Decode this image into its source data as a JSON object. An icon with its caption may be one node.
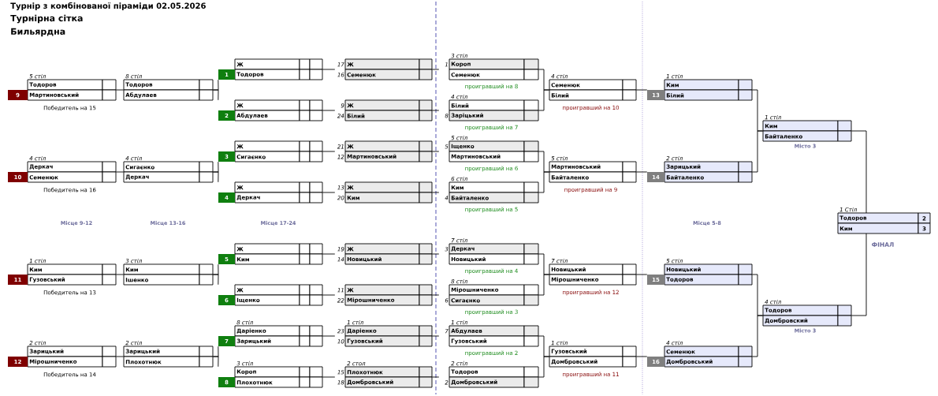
{
  "diagram": {
    "title": "Турнір з комбінованої піраміди 02.05.2026",
    "nodes": [
      {
        "text": [
          "Тодоров",
          "9",
          "Мартиновський"
        ],
        "beside": [
          "5 стіл",
          "Победитель на 15"
        ]
      },
      {
        "text": [
          "Деркач",
          "10",
          "Семенюк"
        ],
        "beside": [
          "4 стіл",
          "Победитель на 16"
        ]
      },
      {
        "text": [
          "Ким",
          "11",
          "Гузовський"
        ],
        "beside": [
          "1 стіл",
          "Победитель на 13"
        ]
      },
      {
        "text": [
          "Зарицький",
          "12",
          "Мірошниченко"
        ],
        "beside": [
          "2 стіл",
          "Победитель на 14"
        ]
      },
      {
        "text": [
          "Тодоров",
          "Абдулаев"
        ],
        "beside": [
          "8 стіл"
        ]
      },
      {
        "text": [
          "Сигаєнко",
          "Деркач"
        ],
        "beside": [
          "4 стіл"
        ]
      },
      {
        "text": [
          "Ким",
          "Ішенко"
        ],
        "beside": [
          "3 стіл"
        ]
      },
      {
        "text": [
          "Зарицький",
          "Плохотнюк"
        ],
        "beside": [
          "2 стіл"
        ]
      },
      {
        "text": [
          "Ж",
          "1",
          "Тодоров"
        ]
      },
      {
        "text": [
          "Ж",
          "2",
          "Абдулаев"
        ]
      },
      {
        "text": [
          "Ж",
          "3",
          "Сигаєнко"
        ]
      },
      {
        "text": [
          "Ж",
          "4",
          "Деркач"
        ]
      },
      {
        "text": [
          "Ж",
          "5",
          "Ким"
        ]
      },
      {
        "text": [
          "Ж",
          "6",
          "Іщенко"
        ]
      },
      {
        "text": [
          "Даріенко",
          "7",
          "Зарицький"
        ],
        "beside": [
          "8 стіл"
        ]
      },
      {
        "text": [
          "Короп",
          "8",
          "Плохотнюк"
        ],
        "beside": [
          "3 стіл"
        ]
      },
      {
        "text": [
          "17",
          "Ж",
          "16",
          "Семенюк"
        ]
      },
      {
        "text": [
          "9",
          "Ж",
          "24",
          "Білий"
        ]
      },
      {
        "text": [
          "21",
          "Ж",
          "12",
          "Мартиновський"
        ]
      },
      {
        "text": [
          "13",
          "Ж",
          "20",
          "Ким"
        ]
      },
      {
        "text": [
          "19",
          "Ж",
          "14",
          "Новицький"
        ]
      },
      {
        "text": [
          "11",
          "Ж",
          "22",
          "Мірошниченко"
        ]
      },
      {
        "text": [
          "23",
          "Даріенко",
          "10",
          "Гузовський"
        ],
        "beside": [
          "1 стіл"
        ]
      },
      {
        "text": [
          "15",
          "Плохотнюк",
          "18",
          "Домбровський"
        ],
        "beside": [
          "2 стол"
        ]
      },
      {
        "text": [
          "1",
          "Короп",
          "Семенюк"
        ],
        "beside": [
          "3 стіл",
          "проигравший на 8"
        ]
      },
      {
        "text": [
          "Білий",
          "8",
          "Заріцький"
        ],
        "beside": [
          "4 стіл",
          "проигравший на 7"
        ]
      },
      {
        "text": [
          "5",
          "Іщенко",
          "Мартиновський"
        ],
        "beside": [
          "5 стіл",
          "проигравший на 6"
        ]
      },
      {
        "text": [
          "Ким",
          "4",
          "Байталенко"
        ],
        "beside": [
          "6 стіл",
          "проигравший на 5"
        ]
      },
      {
        "text": [
          "3",
          "Деркач",
          "Новицький"
        ],
        "beside": [
          "7 стіл",
          "проигравший на 4"
        ]
      },
      {
        "text": [
          "Мірошниченко",
          "6",
          "Сигаєнко"
        ],
        "beside": [
          "8 стіл",
          "проигравший на 3"
        ]
      },
      {
        "text": [
          "7",
          "Абдулаев",
          "Гузовський"
        ],
        "beside": [
          "1 стіл",
          "проигравший на 2"
        ]
      },
      {
        "text": [
          "Тодоров",
          "2",
          "Домбровський"
        ],
        "beside": [
          "2 стіл"
        ]
      },
      {
        "text": [
          "Семенюк",
          "Білий"
        ],
        "beside": [
          "4 стіл",
          "проигравший на 10"
        ]
      },
      {
        "text": [
          "Мартиновський",
          "Байталенко"
        ],
        "beside": [
          "5 стіл",
          "проигравший на 9"
        ]
      },
      {
        "text": [
          "Новицький",
          "Мірошниченко"
        ],
        "beside": [
          "7 стіл",
          "проигравший на 12"
        ]
      },
      {
        "text": [
          "Гузовський",
          "Домбровський"
        ],
        "beside": [
          "1 стіл",
          "проигравший на 11"
        ]
      },
      {
        "text": [
          "Ким",
          "13",
          "Білий"
        ],
        "beside": [
          "1 стіл"
        ]
      },
      {
        "text": [
          "Зарицький",
          "14",
          "Байталенко"
        ],
        "beside": [
          "2 стіл"
        ]
      },
      {
        "text": [
          "Новицький",
          "15",
          "Тодоров"
        ],
        "beside": [
          "5 стіл"
        ]
      },
      {
        "text": [
          "Семенюк",
          "16",
          "Домбровський"
        ],
        "beside": [
          "4 стіл"
        ]
      },
      {
        "text": [
          "Ким",
          "Байталенко"
        ],
        "beside": [
          "1 стіл",
          "Місто 3"
        ]
      },
      {
        "text": [
          "Тодоров",
          "Домбровский"
        ],
        "beside": [
          "4 стіл",
          "Місто 3"
        ]
      },
      {
        "text": [
          "Тодоров",
          "2",
          "Ким",
          "3"
        ],
        "beside": [
          "1 Стіл",
          "ФІНАЛ"
        ]
      }
    ],
    "edges": [
      {
        "from": 0,
        "to": 4,
        "arrow": "none"
      },
      {
        "from": 1,
        "to": 5,
        "arrow": "none"
      },
      {
        "from": 2,
        "to": 6,
        "arrow": "none"
      },
      {
        "from": 3,
        "to": 7,
        "arrow": "none"
      },
      {
        "from": 4,
        "to": 8,
        "arrow": "none"
      },
      {
        "from": 4,
        "to": 9,
        "arrow": "none"
      },
      {
        "from": 5,
        "to": 10,
        "arrow": "none"
      },
      {
        "from": 5,
        "to": 11,
        "arrow": "none"
      },
      {
        "from": 6,
        "to": 12,
        "arrow": "none"
      },
      {
        "from": 6,
        "to": 13,
        "arrow": "none"
      },
      {
        "from": 7,
        "to": 14,
        "arrow": "none"
      },
      {
        "from": 7,
        "to": 15,
        "arrow": "none"
      },
      {
        "from": 8,
        "to": 16,
        "arrow": "none"
      },
      {
        "from": 9,
        "to": 17,
        "arrow": "none"
      },
      {
        "from": 10,
        "to": 18,
        "arrow": "none"
      },
      {
        "from": 11,
        "to": 19,
        "arrow": "none"
      },
      {
        "from": 12,
        "to": 20,
        "arrow": "none"
      },
      {
        "from": 13,
        "to": 21,
        "arrow": "none"
      },
      {
        "from": 14,
        "to": 22,
        "arrow": "none"
      },
      {
        "from": 15,
        "to": 23,
        "arrow": "none"
      },
      {
        "from": 16,
        "to": 24,
        "arrow": "none"
      },
      {
        "from": 17,
        "to": 25,
        "arrow": "none"
      },
      {
        "from": 18,
        "to": 26,
        "arrow": "none"
      },
      {
        "from": 19,
        "to": 27,
        "arrow": "none"
      },
      {
        "from": 20,
        "to": 28,
        "arrow": "none"
      },
      {
        "from": 21,
        "to": 29,
        "arrow": "none"
      },
      {
        "from": 22,
        "to": 30,
        "arrow": "none"
      },
      {
        "from": 23,
        "to": 31,
        "arrow": "none"
      },
      {
        "from": 24,
        "to": 32,
        "arrow": "none"
      },
      {
        "from": 25,
        "to": 32,
        "arrow": "none"
      },
      {
        "from": 26,
        "to": 33,
        "arrow": "none"
      },
      {
        "from": 27,
        "to": 33,
        "arrow": "none"
      },
      {
        "from": 28,
        "to": 34,
        "arrow": "none"
      },
      {
        "from": 29,
        "to": 34,
        "arrow": "none"
      },
      {
        "from": 30,
        "to": 35,
        "arrow": "none"
      },
      {
        "from": 31,
        "to": 35,
        "arrow": "none"
      },
      {
        "from": 32,
        "to": 36,
        "arrow": "none"
      },
      {
        "from": 33,
        "to": 37,
        "arrow": "none"
      },
      {
        "from": 34,
        "to": 38,
        "arrow": "none"
      },
      {
        "from": 35,
        "to": 39,
        "arrow": "none"
      },
      {
        "from": 36,
        "to": 40,
        "arrow": "none"
      },
      {
        "from": 37,
        "to": 40,
        "arrow": "none"
      },
      {
        "from": 38,
        "to": 41,
        "arrow": "none"
      },
      {
        "from": 39,
        "to": 41,
        "arrow": "none"
      },
      {
        "from": 40,
        "to": 42,
        "arrow": "none"
      },
      {
        "from": 41,
        "to": 42,
        "arrow": "none"
      }
    ],
    "labels": [
      "Турнірна сітка",
      "Бильярдна",
      "Місце 9-12",
      "Місце 13-16",
      "Місце 17-24",
      "Місце 5-8"
    ]
  }
}
